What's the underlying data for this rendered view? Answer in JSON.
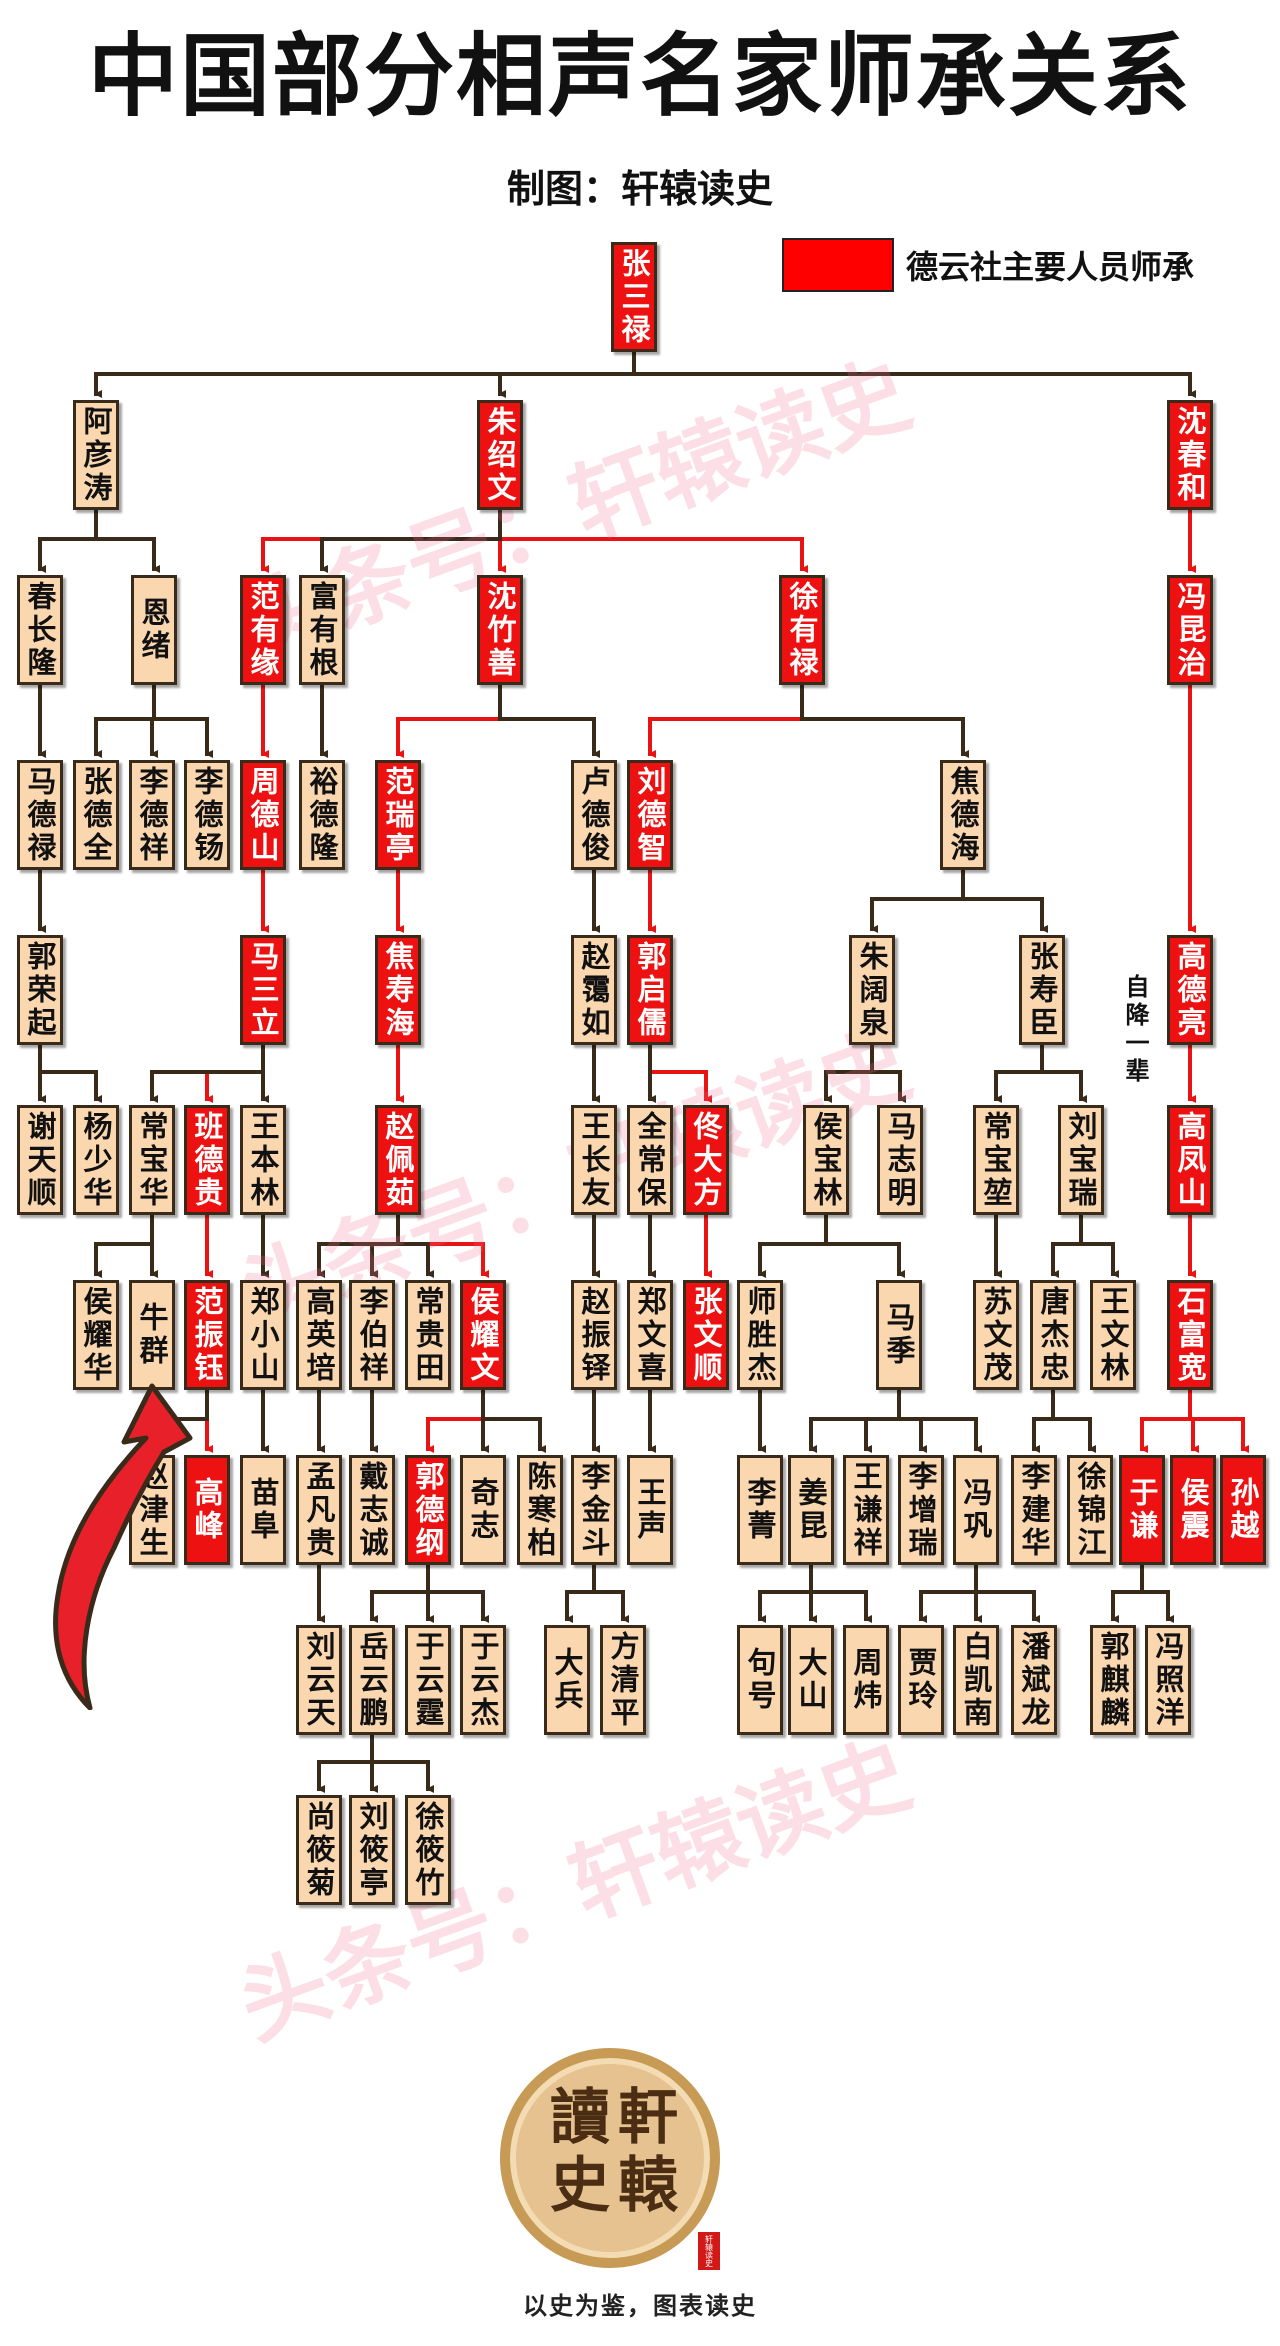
{
  "title": "中国部分相声名家师承关系",
  "subtitle": "制图：轩辕读史",
  "legend": {
    "label": "德云社主要人员师承",
    "color": "#ff0000"
  },
  "note": "自降一辈",
  "watermark": "头条号：轩辕读史",
  "logo": {
    "chars": [
      "軒",
      "轅",
      "讀",
      "史"
    ],
    "stamp": "轩辕读史",
    "slogan": "以史为鉴，图表读史"
  },
  "colors": {
    "normal_fill": "#fbd7b0",
    "highlight_fill": "#ee1111",
    "normal_line": "#3a2a1a",
    "highlight_line": "#e81414"
  },
  "nodes": [
    {
      "id": "n0",
      "name": "张三禄",
      "red": true
    },
    {
      "id": "n1",
      "name": "阿彦涛",
      "red": false
    },
    {
      "id": "n2",
      "name": "朱绍文",
      "red": true
    },
    {
      "id": "n3",
      "name": "沈春和",
      "red": true
    },
    {
      "id": "n4",
      "name": "春长隆",
      "red": false
    },
    {
      "id": "n5",
      "name": "恩绪",
      "red": false
    },
    {
      "id": "n6",
      "name": "范有缘",
      "red": true
    },
    {
      "id": "n7",
      "name": "富有根",
      "red": false
    },
    {
      "id": "n8",
      "name": "沈竹善",
      "red": true
    },
    {
      "id": "n9",
      "name": "徐有禄",
      "red": true
    },
    {
      "id": "n10",
      "name": "冯昆治",
      "red": true
    },
    {
      "id": "n11",
      "name": "马德禄",
      "red": false
    },
    {
      "id": "n12",
      "name": "张德全",
      "red": false
    },
    {
      "id": "n13",
      "name": "李德祥",
      "red": false
    },
    {
      "id": "n14",
      "name": "李德钖",
      "red": false
    },
    {
      "id": "n15",
      "name": "周德山",
      "red": true
    },
    {
      "id": "n16",
      "name": "裕德隆",
      "red": false
    },
    {
      "id": "n17",
      "name": "范瑞亭",
      "red": true
    },
    {
      "id": "n18",
      "name": "卢德俊",
      "red": false
    },
    {
      "id": "n19",
      "name": "刘德智",
      "red": true
    },
    {
      "id": "n20",
      "name": "焦德海",
      "red": false
    },
    {
      "id": "n21",
      "name": "郭荣起",
      "red": false
    },
    {
      "id": "n22",
      "name": "马三立",
      "red": true
    },
    {
      "id": "n23",
      "name": "焦寿海",
      "red": true
    },
    {
      "id": "n24",
      "name": "赵霭如",
      "red": false
    },
    {
      "id": "n25",
      "name": "郭启儒",
      "red": true
    },
    {
      "id": "n26",
      "name": "朱阔泉",
      "red": false
    },
    {
      "id": "n27",
      "name": "张寿臣",
      "red": false
    },
    {
      "id": "n28",
      "name": "高德亮",
      "red": true
    },
    {
      "id": "n29",
      "name": "谢天顺",
      "red": false
    },
    {
      "id": "n30",
      "name": "杨少华",
      "red": false
    },
    {
      "id": "n31",
      "name": "常宝华",
      "red": false
    },
    {
      "id": "n32",
      "name": "班德贵",
      "red": true
    },
    {
      "id": "n33",
      "name": "王本林",
      "red": false
    },
    {
      "id": "n34",
      "name": "赵佩茹",
      "red": true
    },
    {
      "id": "n35",
      "name": "王长友",
      "red": false
    },
    {
      "id": "n36",
      "name": "全常保",
      "red": false
    },
    {
      "id": "n37",
      "name": "佟大方",
      "red": true
    },
    {
      "id": "n38",
      "name": "侯宝林",
      "red": false
    },
    {
      "id": "n39",
      "name": "马志明",
      "red": false
    },
    {
      "id": "n40",
      "name": "常宝堃",
      "red": false
    },
    {
      "id": "n41",
      "name": "刘宝瑞",
      "red": false
    },
    {
      "id": "n42",
      "name": "高凤山",
      "red": true
    },
    {
      "id": "n43",
      "name": "侯耀华",
      "red": false
    },
    {
      "id": "n44",
      "name": "牛群",
      "red": false
    },
    {
      "id": "n45",
      "name": "范振钰",
      "red": true
    },
    {
      "id": "n46",
      "name": "郑小山",
      "red": false
    },
    {
      "id": "n47",
      "name": "高英培",
      "red": false
    },
    {
      "id": "n48",
      "name": "李伯祥",
      "red": false
    },
    {
      "id": "n49",
      "name": "常贵田",
      "red": false
    },
    {
      "id": "n50",
      "name": "侯耀文",
      "red": true
    },
    {
      "id": "n51",
      "name": "赵振铎",
      "red": false
    },
    {
      "id": "n52",
      "name": "郑文喜",
      "red": false
    },
    {
      "id": "n53",
      "name": "张文顺",
      "red": true
    },
    {
      "id": "n54",
      "name": "师胜杰",
      "red": false
    },
    {
      "id": "n55",
      "name": "马季",
      "red": false
    },
    {
      "id": "n56",
      "name": "苏文茂",
      "red": false
    },
    {
      "id": "n57",
      "name": "唐杰忠",
      "red": false
    },
    {
      "id": "n58",
      "name": "王文林",
      "red": false
    },
    {
      "id": "n59",
      "name": "石富宽",
      "red": true
    },
    {
      "id": "n60",
      "name": "赵津生",
      "red": false
    },
    {
      "id": "n61",
      "name": "高峰",
      "red": true
    },
    {
      "id": "n62",
      "name": "苗阜",
      "red": false
    },
    {
      "id": "n63",
      "name": "孟凡贵",
      "red": false
    },
    {
      "id": "n64",
      "name": "戴志诚",
      "red": false
    },
    {
      "id": "n65",
      "name": "郭德纲",
      "red": true
    },
    {
      "id": "n66",
      "name": "奇志",
      "red": false
    },
    {
      "id": "n67",
      "name": "陈寒柏",
      "red": false
    },
    {
      "id": "n68",
      "name": "李金斗",
      "red": false
    },
    {
      "id": "n69",
      "name": "王声",
      "red": false
    },
    {
      "id": "n70",
      "name": "李菁",
      "red": false
    },
    {
      "id": "n71",
      "name": "姜昆",
      "red": false
    },
    {
      "id": "n72",
      "name": "王谦祥",
      "red": false
    },
    {
      "id": "n73",
      "name": "李增瑞",
      "red": false
    },
    {
      "id": "n74",
      "name": "冯巩",
      "red": false
    },
    {
      "id": "n75",
      "name": "李建华",
      "red": false
    },
    {
      "id": "n76",
      "name": "徐锦江",
      "red": false
    },
    {
      "id": "n77",
      "name": "于谦",
      "red": true
    },
    {
      "id": "n78",
      "name": "侯震",
      "red": true
    },
    {
      "id": "n79",
      "name": "孙越",
      "red": true
    },
    {
      "id": "n80",
      "name": "刘云天",
      "red": false
    },
    {
      "id": "n81",
      "name": "岳云鹏",
      "red": false
    },
    {
      "id": "n82",
      "name": "于云霆",
      "red": false
    },
    {
      "id": "n83",
      "name": "于云杰",
      "red": false
    },
    {
      "id": "n84",
      "name": "大兵",
      "red": false
    },
    {
      "id": "n85",
      "name": "方清平",
      "red": false
    },
    {
      "id": "n86",
      "name": "句号",
      "red": false
    },
    {
      "id": "n87",
      "name": "大山",
      "red": false
    },
    {
      "id": "n88",
      "name": "周炜",
      "red": false
    },
    {
      "id": "n89",
      "name": "贾玲",
      "red": false
    },
    {
      "id": "n90",
      "name": "白凯南",
      "red": false
    },
    {
      "id": "n91",
      "name": "潘斌龙",
      "red": false
    },
    {
      "id": "n92",
      "name": "郭麒麟",
      "red": false
    },
    {
      "id": "n93",
      "name": "冯照洋",
      "red": false
    },
    {
      "id": "n94",
      "name": "尚筱菊",
      "red": false
    },
    {
      "id": "n95",
      "name": "刘筱亭",
      "red": false
    },
    {
      "id": "n96",
      "name": "徐筱竹",
      "red": false
    }
  ],
  "edges": [
    {
      "from": "n0",
      "to": [
        "n1",
        "n2",
        "n3"
      ],
      "red": false
    },
    {
      "from": "n1",
      "to": [
        "n4",
        "n5"
      ],
      "red": false
    },
    {
      "from": "n2",
      "to": [
        "n6",
        "n8",
        "n9"
      ],
      "red": true
    },
    {
      "from": "n2",
      "to": [
        "n7"
      ],
      "red": false
    },
    {
      "from": "n3",
      "to": [
        "n10"
      ],
      "red": true
    },
    {
      "from": "n4",
      "to": [
        "n11"
      ],
      "red": false
    },
    {
      "from": "n5",
      "to": [
        "n12",
        "n13",
        "n14"
      ],
      "red": false
    },
    {
      "from": "n6",
      "to": [
        "n15"
      ],
      "red": true
    },
    {
      "from": "n7",
      "to": [
        "n16"
      ],
      "red": false
    },
    {
      "from": "n8",
      "to": [
        "n17"
      ],
      "red": true
    },
    {
      "from": "n8",
      "to": [
        "n18"
      ],
      "red": false
    },
    {
      "from": "n9",
      "to": [
        "n19"
      ],
      "red": true
    },
    {
      "from": "n9",
      "to": [
        "n20"
      ],
      "red": false
    },
    {
      "from": "n10",
      "to": [
        "n28"
      ],
      "red": true
    },
    {
      "from": "n11",
      "to": [
        "n21"
      ],
      "red": false
    },
    {
      "from": "n15",
      "to": [
        "n22"
      ],
      "red": true
    },
    {
      "from": "n17",
      "to": [
        "n23"
      ],
      "red": true
    },
    {
      "from": "n18",
      "to": [
        "n24"
      ],
      "red": false
    },
    {
      "from": "n19",
      "to": [
        "n25"
      ],
      "red": true
    },
    {
      "from": "n20",
      "to": [
        "n26",
        "n27"
      ],
      "red": false
    },
    {
      "from": "n21",
      "to": [
        "n29",
        "n30"
      ],
      "red": false
    },
    {
      "from": "n22",
      "to": [
        "n32"
      ],
      "red": true
    },
    {
      "from": "n22",
      "to": [
        "n31",
        "n33"
      ],
      "red": false
    },
    {
      "from": "n23",
      "to": [
        "n34"
      ],
      "red": true
    },
    {
      "from": "n24",
      "to": [
        "n35"
      ],
      "red": false
    },
    {
      "from": "n25",
      "to": [
        "n37"
      ],
      "red": true
    },
    {
      "from": "n25",
      "to": [
        "n36"
      ],
      "red": false
    },
    {
      "from": "n26",
      "to": [
        "n38",
        "n39"
      ],
      "red": false
    },
    {
      "from": "n27",
      "to": [
        "n40",
        "n41"
      ],
      "red": false
    },
    {
      "from": "n28",
      "to": [
        "n42"
      ],
      "red": true
    },
    {
      "from": "n31",
      "to": [
        "n43",
        "n44"
      ],
      "red": false
    },
    {
      "from": "n32",
      "to": [
        "n45"
      ],
      "red": true
    },
    {
      "from": "n33",
      "to": [
        "n46"
      ],
      "red": false
    },
    {
      "from": "n34",
      "to": [
        "n50"
      ],
      "red": true
    },
    {
      "from": "n34",
      "to": [
        "n47",
        "n48",
        "n49"
      ],
      "red": false
    },
    {
      "from": "n35",
      "to": [
        "n51"
      ],
      "red": false
    },
    {
      "from": "n36",
      "to": [
        "n52"
      ],
      "red": false
    },
    {
      "from": "n37",
      "to": [
        "n53"
      ],
      "red": true
    },
    {
      "from": "n38",
      "to": [
        "n54",
        "n55"
      ],
      "red": false
    },
    {
      "from": "n40",
      "to": [
        "n56"
      ],
      "red": false
    },
    {
      "from": "n41",
      "to": [
        "n57",
        "n58"
      ],
      "red": false
    },
    {
      "from": "n42",
      "to": [
        "n59"
      ],
      "red": true
    },
    {
      "from": "n45",
      "to": [
        "n61"
      ],
      "red": true
    },
    {
      "from": "n45",
      "to": [
        "n60"
      ],
      "red": false
    },
    {
      "from": "n46",
      "to": [
        "n62"
      ],
      "red": false
    },
    {
      "from": "n47",
      "to": [
        "n63"
      ],
      "red": false
    },
    {
      "from": "n48",
      "to": [
        "n64"
      ],
      "red": false
    },
    {
      "from": "n50",
      "to": [
        "n65"
      ],
      "red": true
    },
    {
      "from": "n50",
      "to": [
        "n66",
        "n67"
      ],
      "red": false
    },
    {
      "from": "n51",
      "to": [
        "n68"
      ],
      "red": false
    },
    {
      "from": "n52",
      "to": [
        "n69"
      ],
      "red": false
    },
    {
      "from": "n54",
      "to": [
        "n70"
      ],
      "red": false
    },
    {
      "from": "n55",
      "to": [
        "n71",
        "n72",
        "n73",
        "n74"
      ],
      "red": false
    },
    {
      "from": "n57",
      "to": [
        "n75",
        "n76"
      ],
      "red": false
    },
    {
      "from": "n59",
      "to": [
        "n77",
        "n78",
        "n79"
      ],
      "red": true
    },
    {
      "from": "n63",
      "to": [
        "n80"
      ],
      "red": false
    },
    {
      "from": "n65",
      "to": [
        "n81",
        "n82",
        "n83"
      ],
      "red": false
    },
    {
      "from": "n68",
      "to": [
        "n84",
        "n85"
      ],
      "red": false
    },
    {
      "from": "n71",
      "to": [
        "n86",
        "n87",
        "n88"
      ],
      "red": false
    },
    {
      "from": "n74",
      "to": [
        "n89",
        "n90",
        "n91"
      ],
      "red": false
    },
    {
      "from": "n77",
      "to": [
        "n92",
        "n93"
      ],
      "red": false
    },
    {
      "from": "n81",
      "to": [
        "n94",
        "n95",
        "n96"
      ],
      "red": false
    }
  ]
}
